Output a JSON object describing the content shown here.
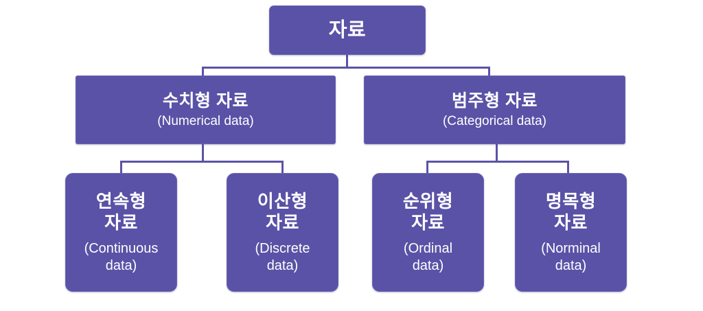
{
  "diagram": {
    "title_ko": "자료",
    "type": "tree",
    "theme": {
      "node_fill": "#5952a6",
      "node_border": "#6a63b4",
      "connector": "#5a53a5",
      "text": "#ffffff",
      "background": "#ffffff"
    },
    "root": {
      "ko": "자료",
      "en": ""
    },
    "level2": [
      {
        "ko": "수치형 자료",
        "en": "(Numerical data)"
      },
      {
        "ko": "범주형 자료",
        "en": "(Categorical data)"
      }
    ],
    "leaves": [
      {
        "ko_line1": "연속형",
        "ko_line2": "자료",
        "en_line1": "(Continuous",
        "en_line2": "data)",
        "parent": "수치형 자료"
      },
      {
        "ko_line1": "이산형",
        "ko_line2": "자료",
        "en_line1": "(Discrete",
        "en_line2": "data)",
        "parent": "수치형 자료"
      },
      {
        "ko_line1": "순위형",
        "ko_line2": "자료",
        "en_line1": "(Ordinal",
        "en_line2": "data)",
        "parent": "범주형 자료"
      },
      {
        "ko_line1": "명목형",
        "ko_line2": "자료",
        "en_line1": "(Norminal",
        "en_line2": "data)",
        "parent": "범주형 자료"
      }
    ]
  }
}
